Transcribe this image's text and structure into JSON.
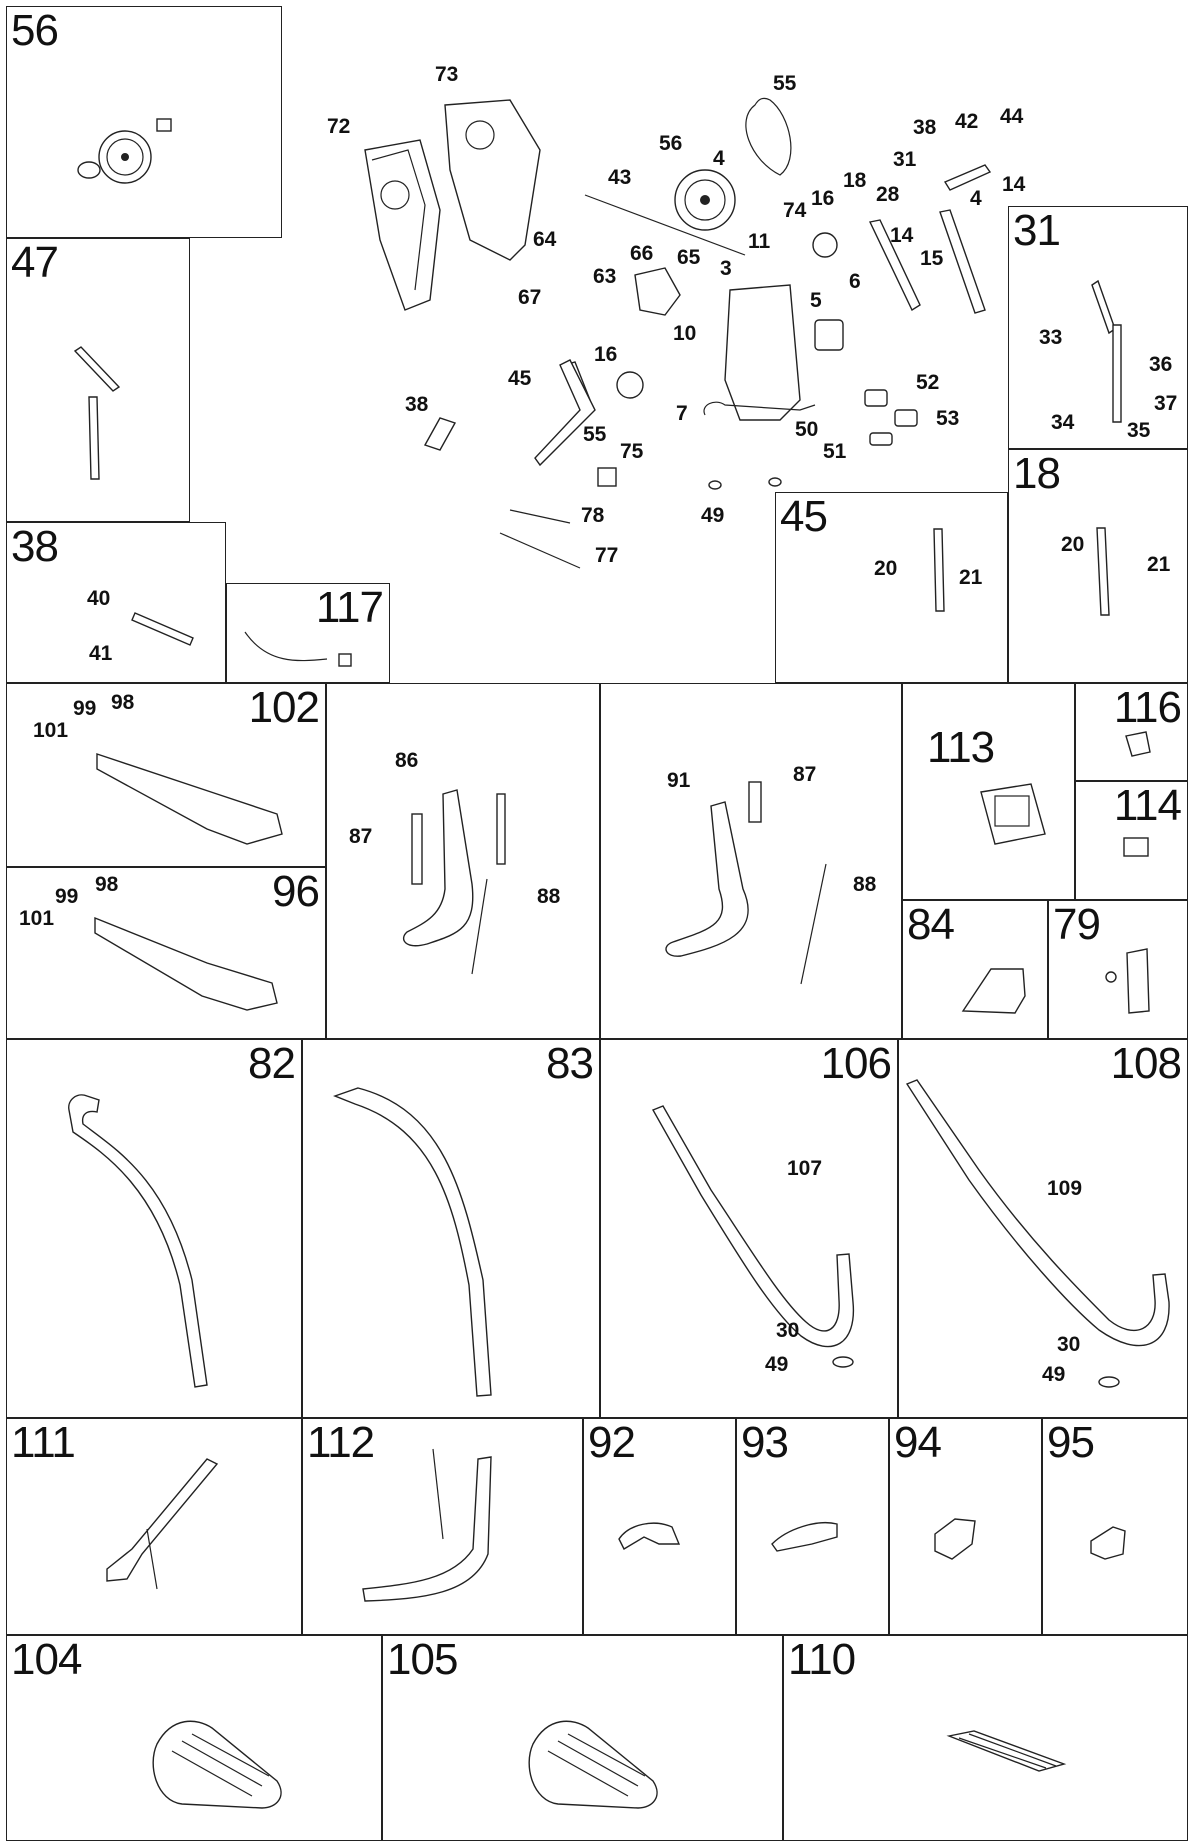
{
  "diagram": {
    "type": "exploded-parts-diagram",
    "main_view": {
      "part_labels": [
        "73",
        "55",
        "72",
        "42",
        "44",
        "38",
        "56",
        "4",
        "31",
        "14",
        "43",
        "74",
        "16",
        "18",
        "28",
        "4",
        "64",
        "11",
        "66",
        "65",
        "3",
        "63",
        "14",
        "15",
        "6",
        "67",
        "5",
        "16",
        "10",
        "45",
        "52",
        "38",
        "55",
        "53",
        "7",
        "50",
        "51",
        "75",
        "49",
        "78",
        "77"
      ]
    },
    "panels": [
      {
        "id": "56",
        "title": "56",
        "part_labels": []
      },
      {
        "id": "47",
        "title": "47",
        "part_labels": []
      },
      {
        "id": "38",
        "title": "38",
        "part_labels": [
          "40",
          "41"
        ]
      },
      {
        "id": "117",
        "title": "117",
        "part_labels": []
      },
      {
        "id": "31",
        "title": "31",
        "part_labels": [
          "33",
          "36",
          "37",
          "34",
          "35"
        ]
      },
      {
        "id": "18",
        "title": "18",
        "part_labels": [
          "20",
          "21"
        ]
      },
      {
        "id": "45",
        "title": "45",
        "part_labels": [
          "20",
          "21"
        ]
      },
      {
        "id": "102",
        "title": "102",
        "part_labels": [
          "99",
          "98",
          "101"
        ]
      },
      {
        "id": "96",
        "title": "96",
        "part_labels": [
          "99",
          "98",
          "101"
        ]
      },
      {
        "id": "handlebar-left",
        "title": "",
        "part_labels": [
          "86",
          "87",
          "88"
        ]
      },
      {
        "id": "handlebar-right",
        "title": "",
        "part_labels": [
          "91",
          "87",
          "88"
        ]
      },
      {
        "id": "113",
        "title": "113",
        "part_labels": []
      },
      {
        "id": "116",
        "title": "116",
        "part_labels": []
      },
      {
        "id": "114",
        "title": "114",
        "part_labels": []
      },
      {
        "id": "84",
        "title": "84",
        "part_labels": []
      },
      {
        "id": "79",
        "title": "79",
        "part_labels": []
      },
      {
        "id": "82",
        "title": "82",
        "part_labels": []
      },
      {
        "id": "83",
        "title": "83",
        "part_labels": []
      },
      {
        "id": "106",
        "title": "106",
        "part_labels": [
          "107",
          "30",
          "49"
        ]
      },
      {
        "id": "108",
        "title": "108",
        "part_labels": [
          "109",
          "30",
          "49"
        ]
      },
      {
        "id": "111",
        "title": "111",
        "part_labels": []
      },
      {
        "id": "112",
        "title": "112",
        "part_labels": []
      },
      {
        "id": "92",
        "title": "92",
        "part_labels": []
      },
      {
        "id": "93",
        "title": "93",
        "part_labels": []
      },
      {
        "id": "94",
        "title": "94",
        "part_labels": []
      },
      {
        "id": "95",
        "title": "95",
        "part_labels": []
      },
      {
        "id": "104",
        "title": "104",
        "part_labels": []
      },
      {
        "id": "105",
        "title": "105",
        "part_labels": []
      },
      {
        "id": "110",
        "title": "110",
        "part_labels": []
      }
    ]
  }
}
